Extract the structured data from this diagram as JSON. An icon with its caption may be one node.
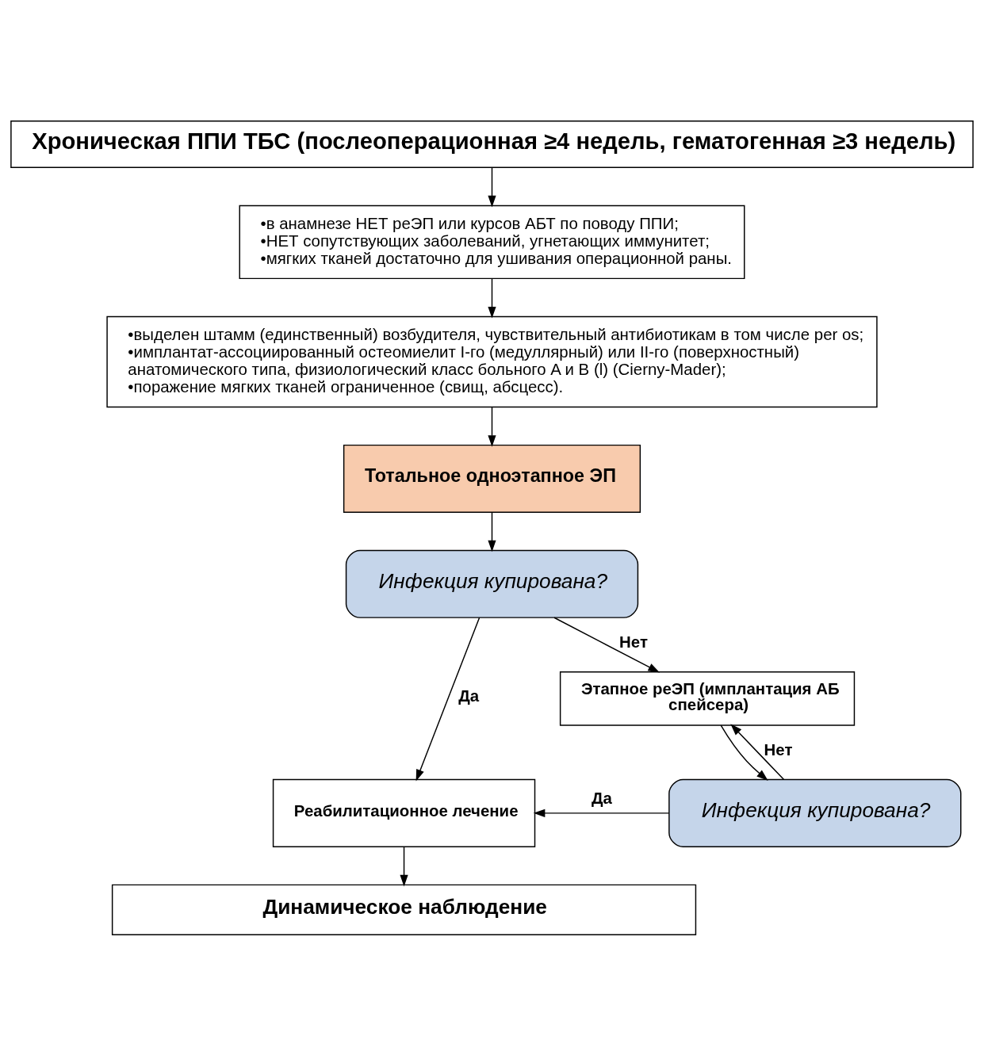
{
  "diagram": {
    "nodes": [
      {
        "text": [
          "Хроническая ППИ ТБС (послеоперационная ≥4 недель, гематогенная ≥3 недель)"
        ]
      },
      {
        "text": [
          "•в анамнезе НЕТ реЭП или курсов АБТ по поводу ППИ;",
          "•НЕТ сопутствующих заболеваний, угнетающих иммунитет;",
          "•мягких тканей достаточно для ушивания операционной раны."
        ]
      },
      {
        "text": [
          "•выделен штамм (единственный) возбудителя, чувствительный антибиотикам в том числе per os;",
          "•имплантат-ассоциированный остеомиелит I-го (медуллярный) или II-го (поверхностный) анатомического типа, физиологический класс больного A и B (l) (Cierny-Mader);",
          "•поражение мягких тканей ограниченное (свищ, абсцесс)."
        ]
      },
      {
        "text": [
          "Тотальное одноэтапное ЭП"
        ]
      },
      {
        "text": [
          "Инфекция купирована?"
        ]
      },
      {
        "text": [
          "Этапное реЭП (имплантация АБ спейсера)"
        ]
      },
      {
        "text": [
          "Инфекция купирована?"
        ]
      },
      {
        "text": [
          "Реабилитационное лечение"
        ]
      },
      {
        "text": [
          "Динамическое наблюдение"
        ]
      }
    ],
    "edges": [
      {
        "from": 0,
        "to": 1,
        "arrow": "to"
      },
      {
        "from": 1,
        "to": 2,
        "arrow": "to"
      },
      {
        "from": 2,
        "to": 3,
        "arrow": "to"
      },
      {
        "from": 3,
        "to": 4,
        "arrow": "to"
      },
      {
        "from": 4,
        "to": 7,
        "arrow": "to",
        "label": "Да"
      },
      {
        "from": 4,
        "to": 5,
        "arrow": "to",
        "label": "Нет"
      },
      {
        "from": 5,
        "to": 6,
        "arrow": "to"
      },
      {
        "from": 6,
        "to": 5,
        "arrow": "to",
        "label": "Нет"
      },
      {
        "from": 6,
        "to": 7,
        "arrow": "to",
        "label": "Да"
      },
      {
        "from": 7,
        "to": 8,
        "arrow": "to"
      }
    ]
  }
}
